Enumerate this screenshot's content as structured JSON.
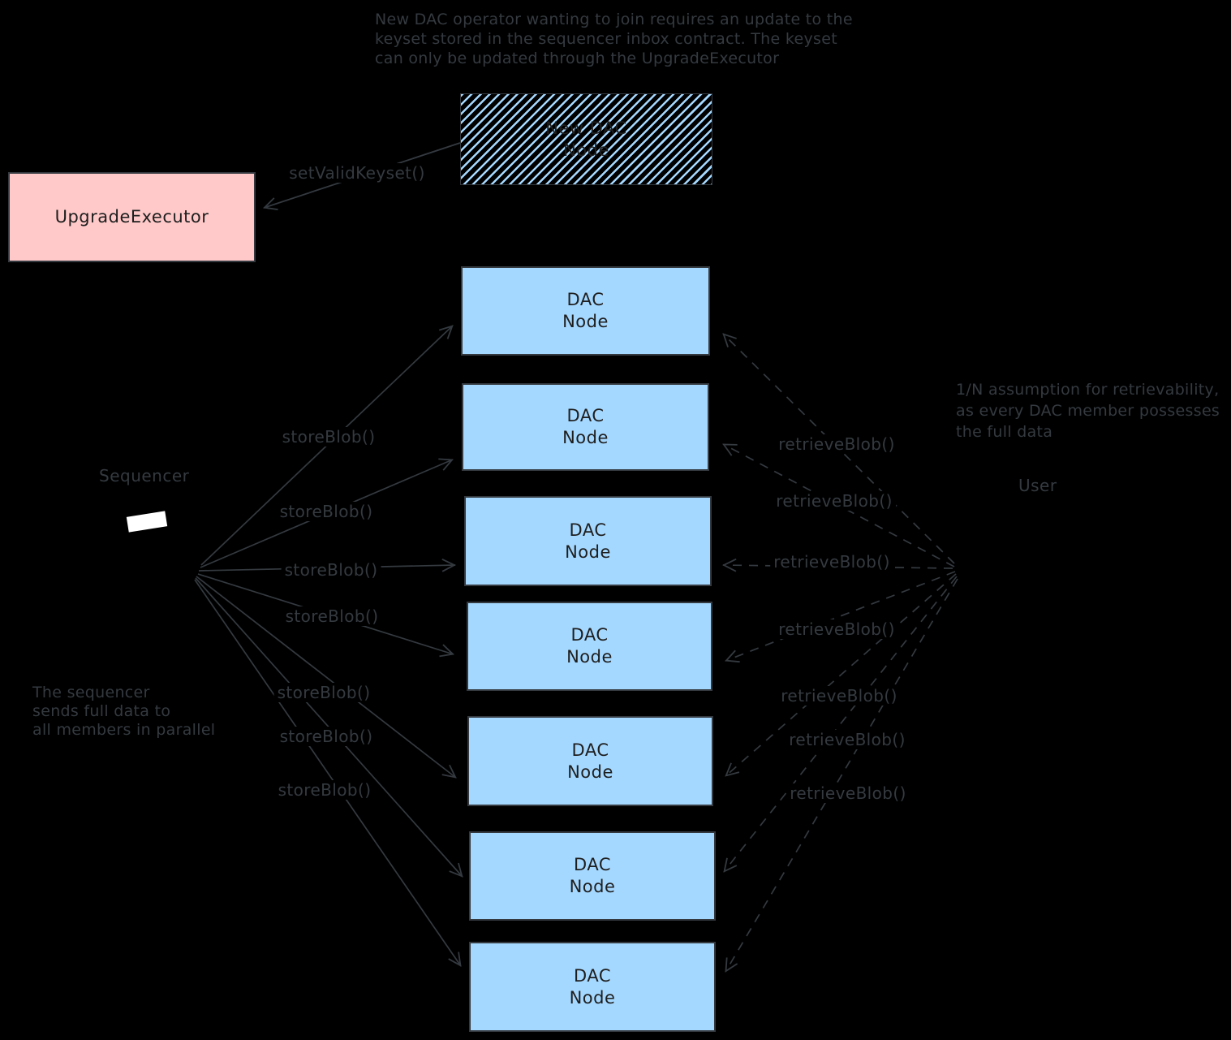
{
  "notes": {
    "top": "New DAC operator wanting to join requires an update to the\nkeyset stored in the sequencer inbox contract. The keyset\ncan only be updated through the UpgradeExecutor",
    "right": "1/N assumption for retrievability,\nas every DAC member possesses\nthe full data",
    "left": "The sequencer\nsends full data to\nall members in parallel"
  },
  "actors": {
    "sequencer": "Sequencer",
    "user": "User"
  },
  "boxes": {
    "upgrade_executor": "UpgradeExecutor",
    "new_dac_node": "New DAC\nNode",
    "dac_nodes": [
      {
        "label": "DAC\nNode"
      },
      {
        "label": "DAC\nNode"
      },
      {
        "label": "DAC\nNode"
      },
      {
        "label": "DAC\nNode"
      },
      {
        "label": "DAC\nNode"
      },
      {
        "label": "DAC\nNode"
      },
      {
        "label": "DAC\nNode"
      }
    ]
  },
  "edge_labels": {
    "set_valid_keyset": "setValidKeyset()",
    "store": [
      "storeBlob()",
      "storeBlob()",
      "storeBlob()",
      "storeBlob()",
      "storeBlob()",
      "storeBlob()",
      "storeBlob()"
    ],
    "retrieve": [
      "retrieveBlob()",
      "retrieveBlob()",
      "retrieveBlob()",
      "retrieveBlob()",
      "retrieveBlob()",
      "retrieveBlob()",
      "retrieveBlob()"
    ]
  },
  "colors": {
    "background": "#000000",
    "stroke": "#343a40",
    "dac_node_fill": "#a5d8ff",
    "upgrade_executor_fill": "#ffc9c9",
    "sequencer_chip_fill": "#ffffff",
    "box_text": "#1e1e1e"
  }
}
